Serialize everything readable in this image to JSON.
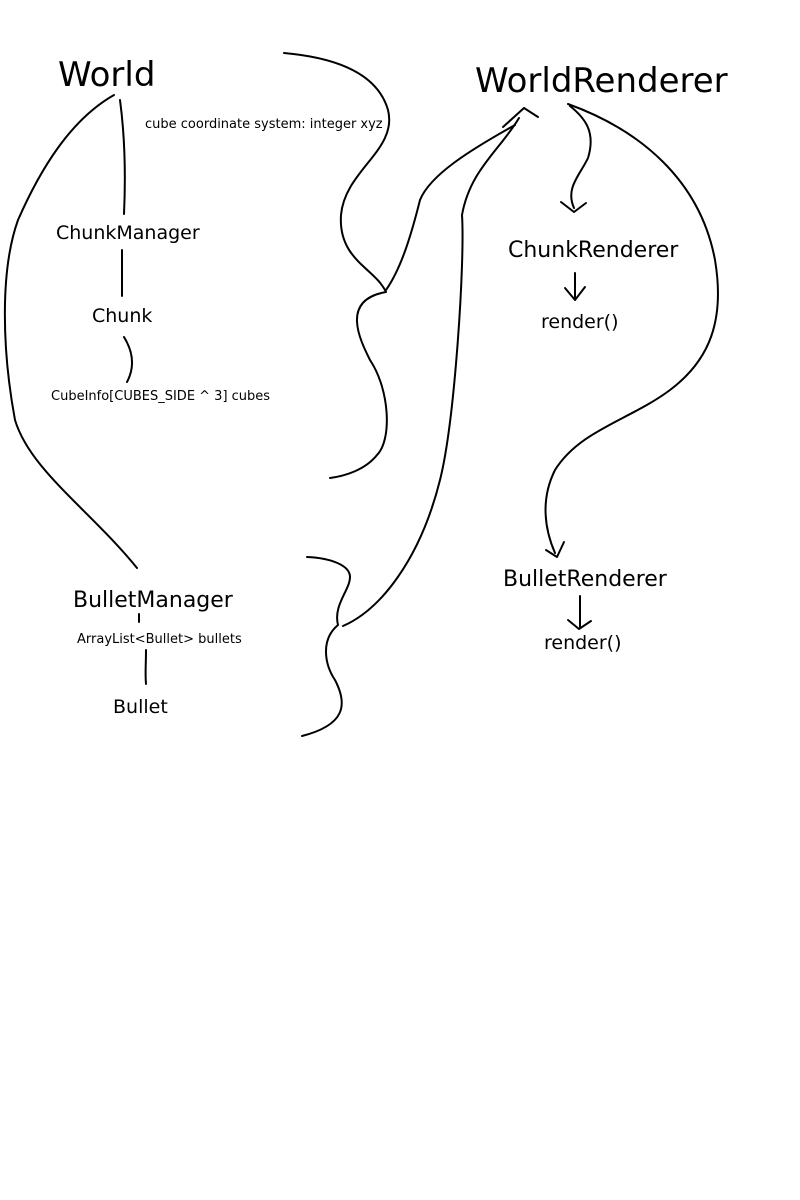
{
  "nodes": {
    "world": "World",
    "cube_coord_note": "cube coordinate system: integer xyz",
    "chunk_manager": "ChunkManager",
    "chunk": "Chunk",
    "cube_info": "CubeInfo[CUBES_SIDE ^ 3] cubes",
    "bullet_manager": "BulletManager",
    "bullet_list": "ArrayList<Bullet> bullets",
    "bullet": "Bullet",
    "world_renderer": "WorldRenderer",
    "chunk_renderer": "ChunkRenderer",
    "chunk_render": "render()",
    "bullet_renderer": "BulletRenderer",
    "bullet_render": "render()"
  },
  "colors": {
    "ink": "#000000",
    "background": "#ffffff"
  }
}
